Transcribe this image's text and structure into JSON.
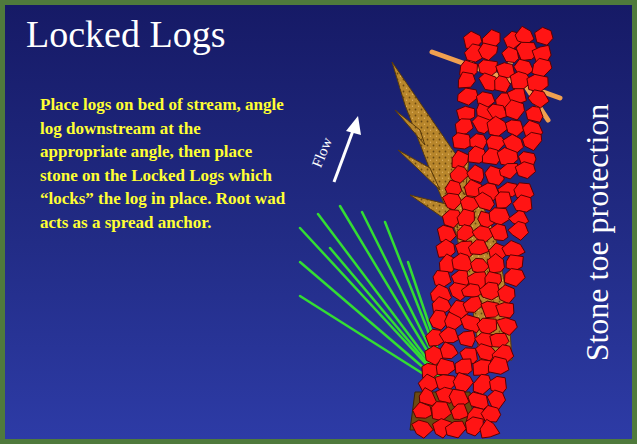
{
  "diagram": {
    "title": "Locked Logs",
    "labels": [
      "Place logs on bed of stream, angle log downstream at the appropriate angle, then place stone on the Locked Logs which “locks” the log in place. Root wad acts as a spread anchor.",
      "Flow",
      "Stone toe protection"
    ]
  }
}
